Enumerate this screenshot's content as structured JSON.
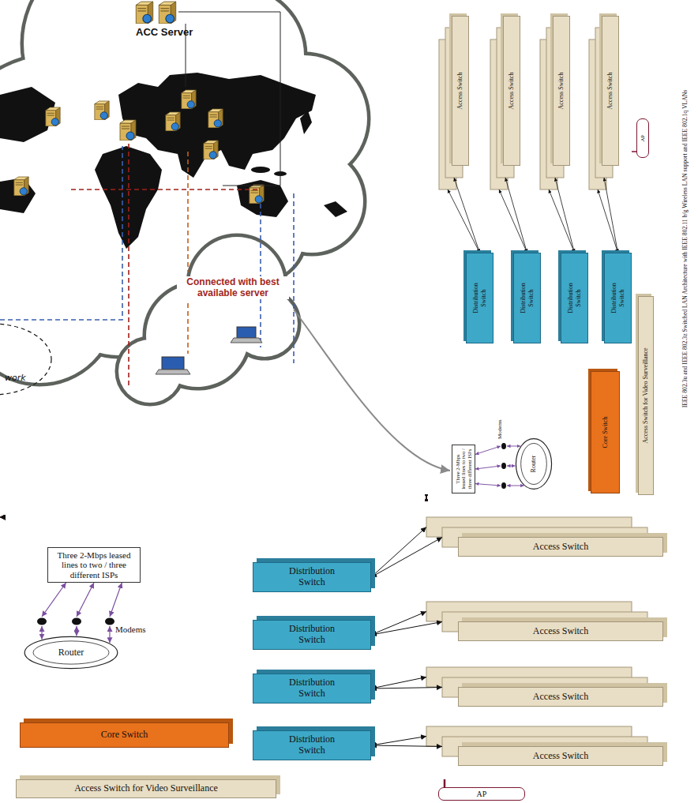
{
  "diagram": {
    "nodes": [
      {
        "text": [
          "Three 2-Mbps leased lines to two / three different ISPs"
        ]
      },
      {
        "text": [
          "Router"
        ]
      },
      {
        "text": [
          "Core Switch"
        ]
      },
      {
        "text": [
          "Access Switch for Video Surveillance"
        ]
      },
      {
        "text": [
          "Distribution Switch"
        ]
      },
      {
        "text": [
          "Distribution Switch"
        ]
      },
      {
        "text": [
          "Distribution Switch"
        ]
      },
      {
        "text": [
          "Distribution Switch"
        ]
      },
      {
        "text": [
          "Access Switch"
        ]
      },
      {
        "text": [
          "Access Switch"
        ]
      },
      {
        "text": [
          "Access Switch"
        ]
      },
      {
        "text": [
          "Access Switch"
        ]
      },
      {
        "text": [
          "AP"
        ]
      },
      {
        "text": [
          "Three 2-Mbps leased lines to two / three different ISPs"
        ]
      },
      {
        "text": [
          "Router"
        ]
      },
      {
        "text": [
          "Core Switch"
        ]
      },
      {
        "text": [
          "Access Switch for Video Surveillance"
        ]
      },
      {
        "text": [
          "Distribution Switch"
        ]
      },
      {
        "text": [
          "Distribution Switch"
        ]
      },
      {
        "text": [
          "Distribution Switch"
        ]
      },
      {
        "text": [
          "Distribution Switch"
        ]
      },
      {
        "text": [
          "Access Switch"
        ]
      },
      {
        "text": [
          "Access Switch"
        ]
      },
      {
        "text": [
          "Access Switch"
        ]
      },
      {
        "text": [
          "Access Switch"
        ]
      },
      {
        "text": [
          "AP"
        ]
      }
    ],
    "edges": [
      {
        "from": 1,
        "to": 2,
        "arrow": "both"
      },
      {
        "from": 2,
        "to": 4,
        "arrow": "both"
      },
      {
        "from": 2,
        "to": 5,
        "arrow": "both"
      },
      {
        "from": 2,
        "to": 7,
        "arrow": "both"
      },
      {
        "from": 2,
        "to": 3,
        "arrow": "both"
      },
      {
        "from": 7,
        "to": 3,
        "arrow": "both"
      },
      {
        "from": 4,
        "to": 5,
        "arrow": "both"
      },
      {
        "from": 5,
        "to": 6,
        "arrow": "both"
      },
      {
        "from": 6,
        "to": 7,
        "arrow": "both"
      },
      {
        "from": 4,
        "to": 8,
        "arrow": "both"
      },
      {
        "from": 5,
        "to": 9,
        "arrow": "both"
      },
      {
        "from": 6,
        "to": 10,
        "arrow": "both"
      },
      {
        "from": 7,
        "to": 11,
        "arrow": "both"
      },
      {
        "from": 12,
        "to": 11,
        "arrow": "none"
      },
      {
        "from": 14,
        "to": 15,
        "arrow": "both"
      },
      {
        "from": 15,
        "to": 17,
        "arrow": "both"
      },
      {
        "from": 15,
        "to": 18,
        "arrow": "both"
      },
      {
        "from": 15,
        "to": 20,
        "arrow": "both"
      },
      {
        "from": 15,
        "to": 16,
        "arrow": "both"
      },
      {
        "from": 20,
        "to": 16,
        "arrow": "both"
      },
      {
        "from": 17,
        "to": 18,
        "arrow": "both"
      },
      {
        "from": 18,
        "to": 19,
        "arrow": "both"
      },
      {
        "from": 19,
        "to": 20,
        "arrow": "both"
      },
      {
        "from": 17,
        "to": 21,
        "arrow": "both"
      },
      {
        "from": 18,
        "to": 22,
        "arrow": "both"
      },
      {
        "from": 19,
        "to": 23,
        "arrow": "both"
      },
      {
        "from": 20,
        "to": 24,
        "arrow": "both"
      },
      {
        "from": 25,
        "to": 24,
        "arrow": "none"
      }
    ],
    "labels": [
      "ACC Server",
      "Connected with best available server",
      "work",
      "Modems",
      "IEEE 802.3u and IEEE 802.3z Switched LAN Architecture with IEEE 802.11 b/g Wireless LAN support and IEEE 802.1q VLANs",
      "Modems"
    ]
  }
}
